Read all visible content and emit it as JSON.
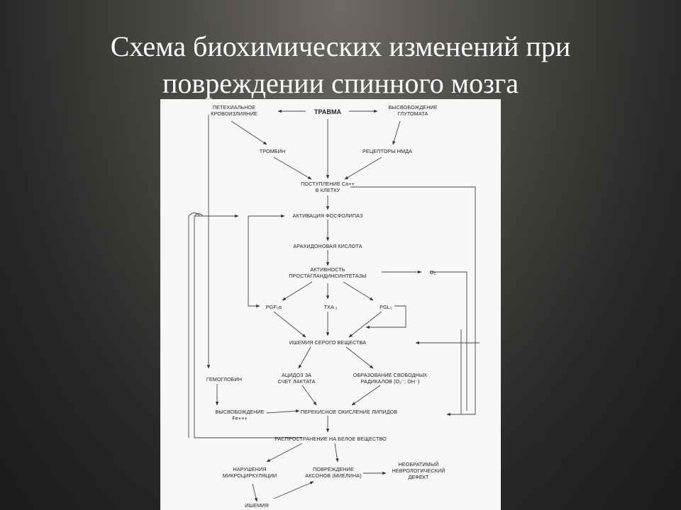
{
  "slide": {
    "title_line1": "Схема биохимических изменений при",
    "title_line2": "повреждении спинного мозга"
  },
  "diagram": {
    "hemorrhage_1": "ПЕТЕХИАЛЬНОЕ",
    "hemorrhage_2": "КРОВОИЗЛИЯНИЕ",
    "trauma": "ТРАВМА",
    "glutamate_1": "ВЫСВОБОЖДЕНИЕ",
    "glutamate_2": "ГЛУТОМАТА",
    "thrombin": "ТРОМБИН",
    "nmda": "РЕЦЕПТОРЫ НМДА",
    "calcium_1": "ПОСТУПЛЕНИЕ Ca++",
    "calcium_2": "В КЛЕТКУ",
    "phospholipase": "АКТИВАЦИЯ ФОСФОЛИПАЗ",
    "arachidonic": "АРАХИДОНОВАЯ КИСЛОТА",
    "synthetase_1": "АКТИВНОСТЬ",
    "synthetase_2": "ПРОСТАГЛАНДИНСИНТЕТАЗЫ",
    "oxygen": "O₂",
    "pgf": "PGF₂α",
    "txa": "TXA ₂",
    "pgl": "PGL₂",
    "gray_ischemia": "ИШЕМИЯ СЕРОГО ВЕЩЕСТВА",
    "hemoglobin": "ГЕМОГЛОБИН",
    "acidosis_1": "АЦИДОЗ ЗА",
    "acidosis_2": "СЧЕТ ЛАКТАТА",
    "radicals_1": "ОБРАЗОВАНИЕ СВОБОДНЫХ",
    "radicals_2": "РАДИКАЛОВ (O₂⁻; OH⁻)",
    "iron_1": "ВЫСВОБОЖДЕНИЕ",
    "iron_2": "Fe+++",
    "lipid_peroxidation": "ПЕРЕКИСНОЕ ОКИСЛЕНИЕ ЛИПИДОВ",
    "white_matter": "РАСПРОСТРАНЕНИЕ НА БЕЛОЕ ВЕЩЕСТВО",
    "microcirculation_1": "НАРУШЕНИЯ",
    "microcirculation_2": "МИКРОЦИРКУЛЯЦИИ",
    "axons_1": "ПОВРЕЖДЕНИЕ",
    "axons_2": "АКСОНОВ (МИЕЛИНА)",
    "deficit_1": "НЕОБРАТИМЫЙ",
    "deficit_2": "НЕВРОЛОГИЧЕСКИЙ",
    "deficit_3": "ДЕФЕКТ",
    "ischemia": "ИШЕМИЯ"
  }
}
